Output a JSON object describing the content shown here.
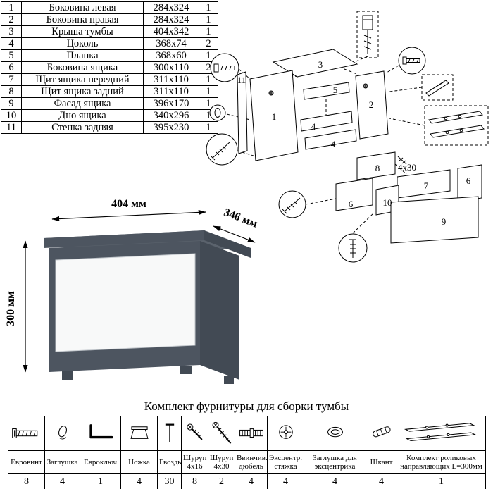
{
  "parts_table": {
    "rows": [
      {
        "num": "1",
        "name": "Боковина левая",
        "size": "284х324",
        "qty": "1"
      },
      {
        "num": "2",
        "name": "Боковина правая",
        "size": "284х324",
        "qty": "1"
      },
      {
        "num": "3",
        "name": "Крыша тумбы",
        "size": "404х342",
        "qty": "1"
      },
      {
        "num": "4",
        "name": "Цоколь",
        "size": "368х74",
        "qty": "2"
      },
      {
        "num": "5",
        "name": "Планка",
        "size": "368х60",
        "qty": "1"
      },
      {
        "num": "6",
        "name": "Боковина ящика",
        "size": "300х110",
        "qty": "2"
      },
      {
        "num": "7",
        "name": "Щит ящика передний",
        "size": "311х110",
        "qty": "1"
      },
      {
        "num": "8",
        "name": "Щит ящика задний",
        "size": "311х110",
        "qty": "1"
      },
      {
        "num": "9",
        "name": "Фасад ящика",
        "size": "396х170",
        "qty": "1"
      },
      {
        "num": "10",
        "name": "Дно ящика",
        "size": "340х296",
        "qty": "1"
      },
      {
        "num": "11",
        "name": "Стенка задняя",
        "size": "395х230",
        "qty": "1"
      }
    ]
  },
  "diagram": {
    "labels": {
      "p1": "1",
      "p2": "2",
      "p3": "3",
      "p4": "4",
      "p5": "5",
      "p6": "6",
      "p7": "7",
      "p8": "8",
      "p9": "9",
      "p10": "10",
      "p11": "11"
    },
    "screw_note": "4х30"
  },
  "product": {
    "width_label": "404 мм",
    "depth_label": "346 мм",
    "height_label": "300 мм",
    "colors": {
      "body": "#4d5560",
      "top": "#5b636d",
      "side": "#424a54",
      "drawer": "#f8f9f9"
    }
  },
  "hardware": {
    "title": "Комплект фурнитуры для сборки тумбы",
    "items": [
      {
        "name": "Евровинт",
        "qty": "8",
        "icon": "euroscrew-icon"
      },
      {
        "name": "Заглушка",
        "qty": "4",
        "icon": "cap-icon"
      },
      {
        "name": "Евроключ",
        "qty": "1",
        "icon": "hexkey-icon"
      },
      {
        "name": "Ножка",
        "qty": "4",
        "icon": "foot-icon"
      },
      {
        "name": "Гвоздь",
        "qty": "30",
        "icon": "nail-icon"
      },
      {
        "name": "Шуруп 4х16",
        "qty": "8",
        "icon": "screw-short-icon"
      },
      {
        "name": "Шуруп 4х30",
        "qty": "2",
        "icon": "screw-long-icon"
      },
      {
        "name": "Ввинчив. дюбель",
        "qty": "4",
        "icon": "dowel-screw-icon"
      },
      {
        "name": "Эксцентр. стяжка",
        "qty": "4",
        "icon": "cam-lock-icon"
      },
      {
        "name": "Заглушка для эксцентрика",
        "qty": "4",
        "icon": "cam-cap-icon"
      },
      {
        "name": "Шкант",
        "qty": "4",
        "icon": "dowel-icon"
      },
      {
        "name": "Комплект роликовых направляющих L=300мм",
        "qty": "1",
        "icon": "runners-icon"
      }
    ]
  }
}
